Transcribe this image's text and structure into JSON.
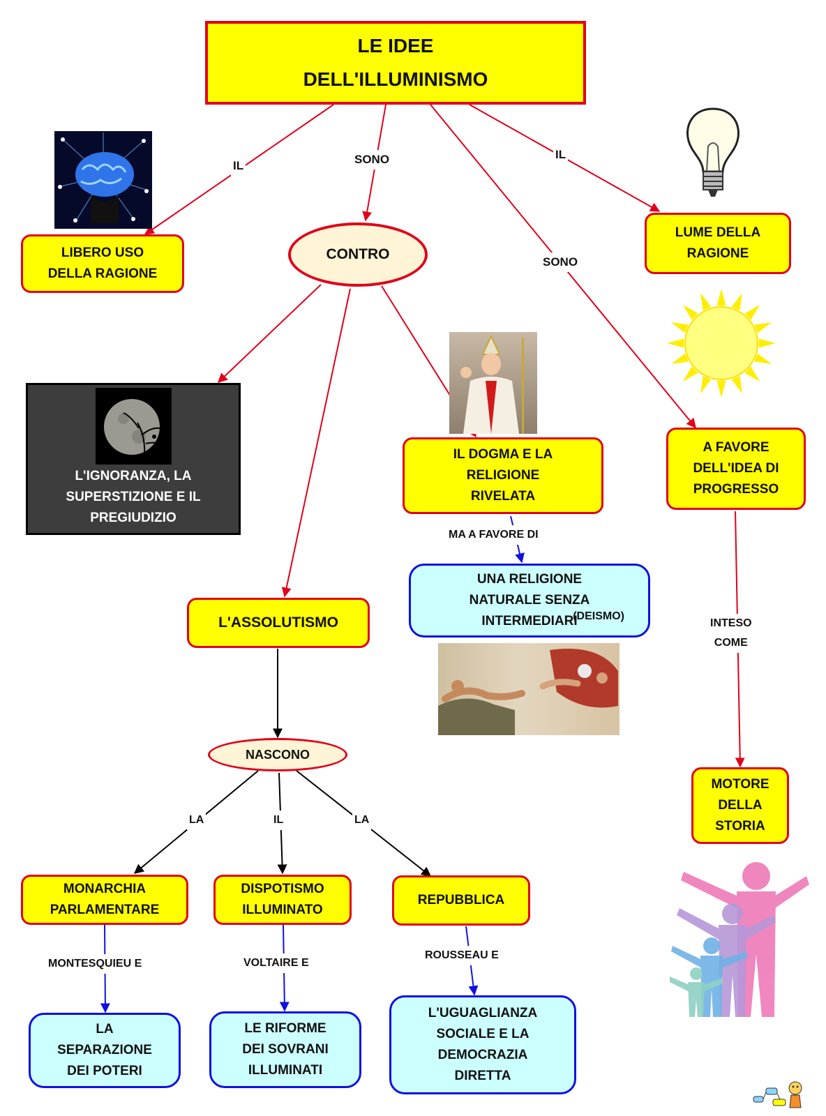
{
  "title": "LE   IDEE\nDELL'ILLUMINISMO",
  "nodes": {
    "libero": "LIBERO    USO\nDELLA    RAGIONE",
    "contro": "CONTRO",
    "lume": "LUME    DELLA\nRAGIONE",
    "ignoranza": "L'IGNORANZA,      LA\nSUPERSTIZIONE     E  IL\nPREGIUDIZIO",
    "dogma": "IL    DOGMA    E  LA\nRELIGIONE\nRIVELATA",
    "progresso": "A    FAVORE\nDELL'IDEA    DI\nPROGRESSO",
    "religione_naturale": "UNA     RELIGIONE\nNATURALE     SENZA\nINTERMEDIARI",
    "deismo": "(DEISMO)",
    "assolutismo": "L'ASSOLUTISMO",
    "nascono": "NASCONO",
    "motore": "MOTORE\nDELLA\nSTORIA",
    "monarchia": "MONARCHIA\nPARLAMENTARE",
    "dispotismo": "DISPOTISMO\nILLUMINATO",
    "repubblica": "REPUBBLICA",
    "separazione": "LA\nSEPARAZIONE\nDEI    POTERI",
    "riforme": "LE    RIFORME\nDEI    SOVRANI\nILLUMINATI",
    "uguaglianza": "L'UGUAGLIANZA\nSOCIALE    E LA\nDEMOCRAZIA\nDIRETTA"
  },
  "edge_labels": {
    "il_left": "IL",
    "sono_center": "SONO",
    "il_right": "IL",
    "sono_right": "SONO",
    "ma_a_favore_di": "MA   A    FAVORE    DI",
    "inteso_come": "INTESO\nCOME",
    "la_left": "LA",
    "il_mid": "IL",
    "la_right": "LA",
    "montesquieu": "MONTESQUIEU     E",
    "voltaire": "VOLTAIRE    E",
    "rousseau": "ROUSSEAU     E"
  },
  "icons": [
    "brain-image",
    "lightbulb-image",
    "moon-image",
    "pope-image",
    "sun-image",
    "creation-of-adam-image",
    "people-silhouettes-image",
    "logo-image"
  ],
  "colors": {
    "node_yellow": "#ffff00",
    "node_blue": "#ccffff",
    "border_red": "#e0001b",
    "border_blue": "#1010e0",
    "arrow_red": "#e0001b",
    "arrow_blue": "#1010e0",
    "arrow_black": "#000000"
  }
}
